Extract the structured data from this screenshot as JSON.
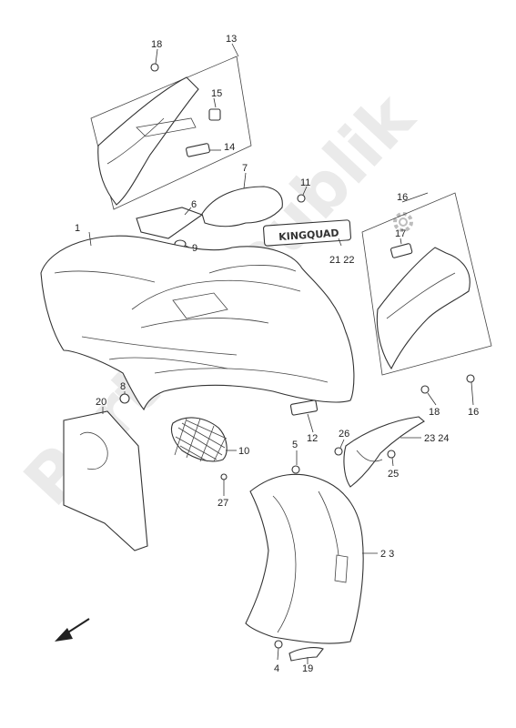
{
  "watermark": "PartsRepublik",
  "labels": {
    "l1": "1",
    "l2_3": "2 3",
    "l4": "4",
    "l5": "5",
    "l6": "6",
    "l7": "7",
    "l8": "8",
    "l9": "9",
    "l10": "10",
    "l11": "11",
    "l12": "12",
    "l13": "13",
    "l14": "14",
    "l15": "15",
    "l16a": "16",
    "l16b": "16",
    "l17": "17",
    "l18a": "18",
    "l18b": "18",
    "l19": "19",
    "l20": "20",
    "l21_22": "21 22",
    "l23_24": "23 24",
    "l25": "25",
    "l26": "26",
    "l27": "27"
  },
  "emblem_text": "KINGQUAD",
  "icons": {
    "front_arrow": "arrow-down-left-icon",
    "gear": "gear-icon"
  }
}
